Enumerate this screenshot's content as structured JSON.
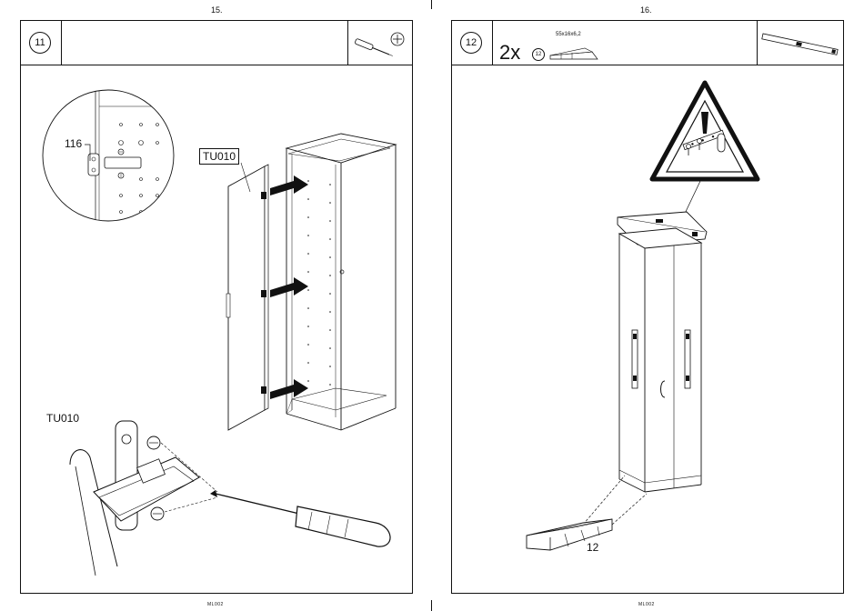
{
  "left_page": {
    "page_number": "15.",
    "step_number": "11",
    "footer_code": "ML002",
    "labels": {
      "detail_part": "116",
      "door_label_box": "TU010",
      "hinge_door_label": "TU010"
    },
    "tool_icons": [
      "screwdriver-icon",
      "phillips-head-icon"
    ]
  },
  "right_page": {
    "page_number": "16.",
    "step_number": "12",
    "footer_code": "ML002",
    "parts": {
      "quantity": "2x",
      "part_id": "12",
      "part_size": "55x16x6,2"
    },
    "labels": {
      "wedge_label": "12"
    },
    "tool_icons": [
      "spirit-level-icon"
    ],
    "warning_icon": "warning-triangle-icon"
  }
}
